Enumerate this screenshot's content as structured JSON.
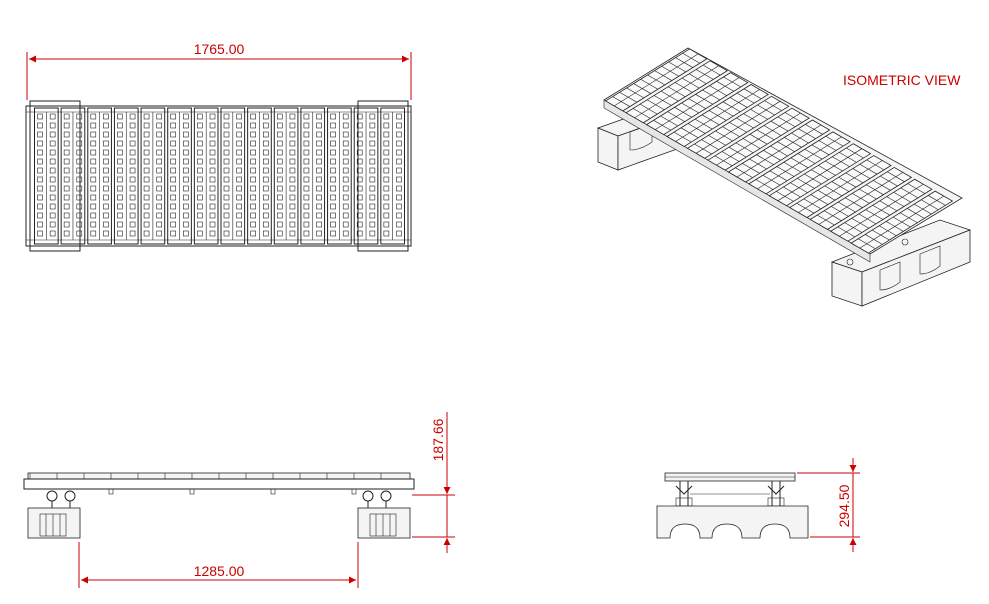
{
  "labels": {
    "isometric_view": "ISOMETRIC VIEW"
  },
  "dimensions": {
    "overall_length": "1765.00",
    "support_spacing": "1285.00",
    "deck_height": "187.66",
    "total_height": "294.50"
  },
  "colors": {
    "dimension": "#cc0000",
    "linework": "#222222"
  }
}
